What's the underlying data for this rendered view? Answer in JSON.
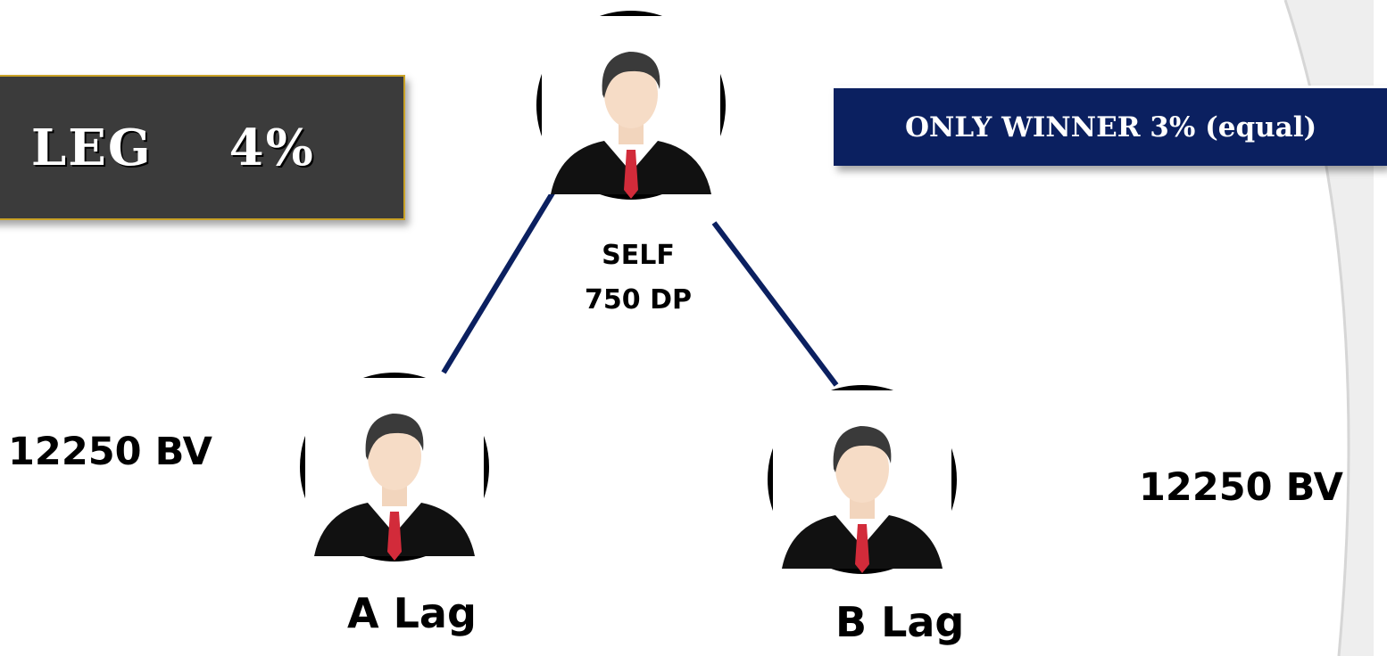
{
  "banners": {
    "left": "G  LEG    4%",
    "right": "ONLY WINNER 3% (equal)"
  },
  "nodes": {
    "self": {
      "name": "SELF",
      "points": "750 DP"
    },
    "a": {
      "label": "A Lag",
      "bv": "12250 BV"
    },
    "b": {
      "label": "B Lag",
      "bv": "12250 BV"
    }
  },
  "colors": {
    "left_banner_bg": "#3b3b3b",
    "left_banner_border": "#c9a227",
    "right_banner_bg": "#0b2060",
    "connector": "#0b2060",
    "node_border": "#000000"
  }
}
